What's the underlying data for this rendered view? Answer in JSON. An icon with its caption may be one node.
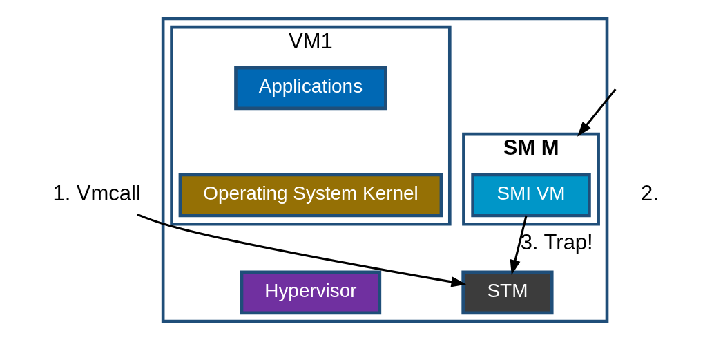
{
  "diagram": {
    "nodes": [
      {
        "text": [],
        "shape": "box"
      },
      {
        "text": [
          "SM M"
        ],
        "in": 0
      },
      {
        "text": [
          "SMI VM"
        ],
        "in": 1
      },
      {
        "text": [
          "STM"
        ],
        "in": 0
      },
      {
        "text": [
          "VM1"
        ],
        "in": 0
      },
      {
        "text": [
          "Applications"
        ],
        "in": 4
      },
      {
        "text": [
          "Operating System Kernel"
        ],
        "in": 4
      },
      {
        "text": [
          "Hypervisor"
        ],
        "in": 0
      },
      {
        "text": [
          "1. Vmcall"
        ]
      }
    ],
    "edges": [
      {
        "from": 2,
        "to": 3,
        "arrow": "to",
        "label": "3. Trap!"
      },
      {
        "from": 8,
        "to": 3,
        "arrow": "to"
      },
      {
        "from": null,
        "to": 1,
        "arrow": "to"
      }
    ],
    "labels": [
      "2."
    ]
  }
}
